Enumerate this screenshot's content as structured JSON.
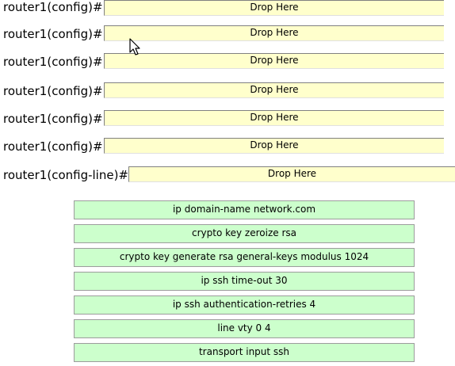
{
  "prompts": [
    "router1(config)#",
    "router1(config)#",
    "router1(config)#",
    "router1(config)#",
    "router1(config)#",
    "router1(config)#",
    "router1(config-line)#"
  ],
  "drop_target_label": "Drop Here",
  "commands": [
    "ip domain-name network.com",
    "crypto key zeroize rsa",
    "crypto key generate rsa general-keys modulus 1024",
    "ip ssh time-out 30",
    "ip ssh authentication-retries 4",
    "line vty 0 4",
    "transport input ssh"
  ],
  "colors": {
    "drop_target": "#ffffcc",
    "command_block": "#ccffcc"
  },
  "icons": {
    "mouse_pointer": "arrow-cursor-icon"
  }
}
